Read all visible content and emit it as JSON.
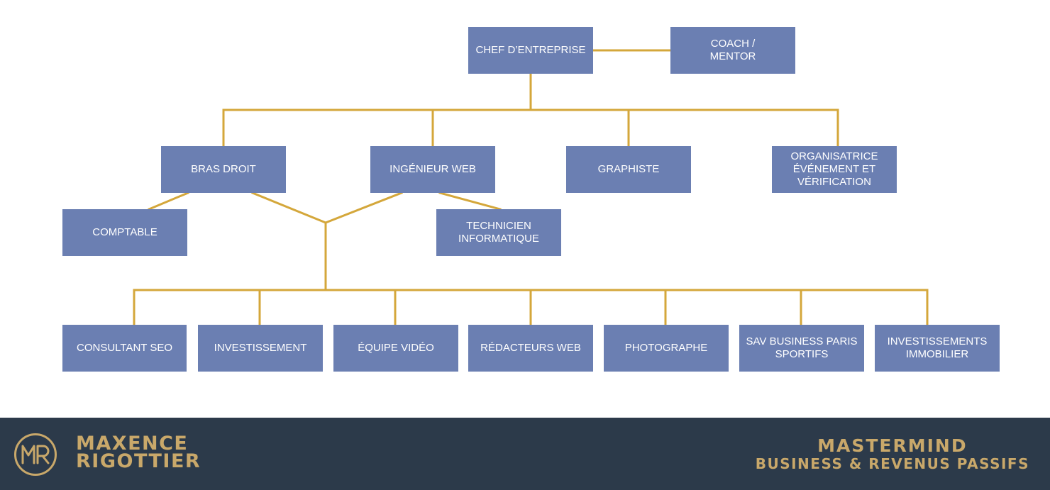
{
  "colors": {
    "box_fill": "#6b7fb2",
    "box_text": "#ffffff",
    "connector": "#d4a73b",
    "footer_bg": "#2c3a4a",
    "footer_text": "#c9a86a"
  },
  "org": {
    "ceo": "CHEF D’ENTREPRISE",
    "coach": "COACH /\nMENTOR",
    "level2": [
      "BRAS DROIT",
      "INGÉNIEUR WEB",
      "GRAPHISTE",
      "ORGANISATRICE\nÉVÉNEMENT ET\nVÉRIFICATION"
    ],
    "comptable": "COMPTABLE",
    "technicien": "TECHNICIEN\nINFORMATIQUE",
    "level4": [
      "CONSULTANT SEO",
      "INVESTISSEMENT",
      "ÉQUIPE VIDÉO",
      "RÉDACTEURS WEB",
      "PHOTOGRAPHE",
      "SAV BUSINESS  PARIS\nSPORTIFS",
      "INVESTISSEMENTS\nIMMOBILIER"
    ]
  },
  "footer": {
    "logo_icon": "mr-monogram-logo",
    "brand_line1": "MAXENCE",
    "brand_line2": "RIGOTTIER",
    "title_line1": "MASTERMIND",
    "title_line2": "BUSINESS & REVENUS PASSIFS"
  }
}
